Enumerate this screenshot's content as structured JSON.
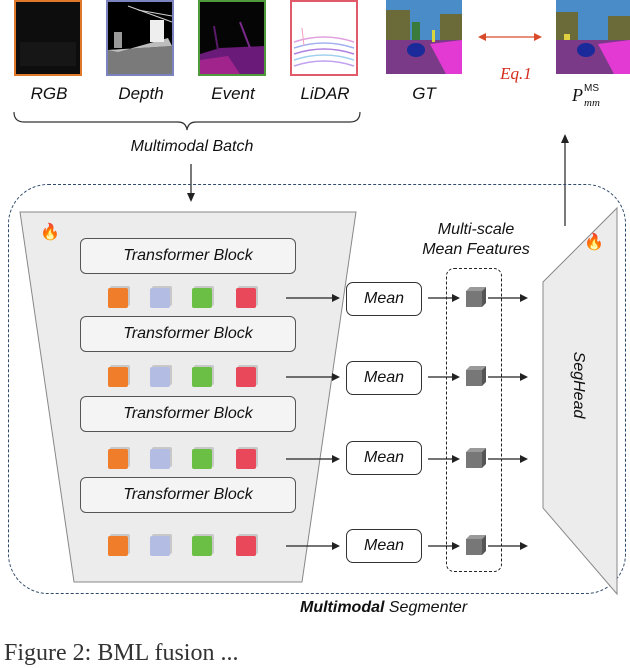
{
  "modalities": [
    {
      "label": "RGB",
      "border": "#e07a2a"
    },
    {
      "label": "Depth",
      "border": "#7b84c0"
    },
    {
      "label": "Event",
      "border": "#4f9a3a"
    },
    {
      "label": "LiDAR",
      "border": "#e05a6a"
    }
  ],
  "gt_label": "GT",
  "equation_label": "Eq.1",
  "pred_label": {
    "main": "P",
    "sup": "MS",
    "sub": "mm"
  },
  "batch_label": "Multimodal Batch",
  "encoder": {
    "blocks": [
      "Transformer Block",
      "Transformer Block",
      "Transformer Block",
      "Transformer Block"
    ],
    "token_colors": [
      "#ef7d2a",
      "#b3bde3",
      "#6cbf45",
      "#e8485a"
    ]
  },
  "mean_label": "Mean",
  "mean_boxes": [
    "Mean",
    "Mean",
    "Mean",
    "Mean"
  ],
  "multiscale_title": [
    "Multi-scale",
    "Mean Features"
  ],
  "seghead_label": "SegHead",
  "segmenter_label": {
    "bold": "Multimodal",
    "rest": " Segmenter"
  },
  "caption_fragment": "Figure 2: BML fusion ..."
}
